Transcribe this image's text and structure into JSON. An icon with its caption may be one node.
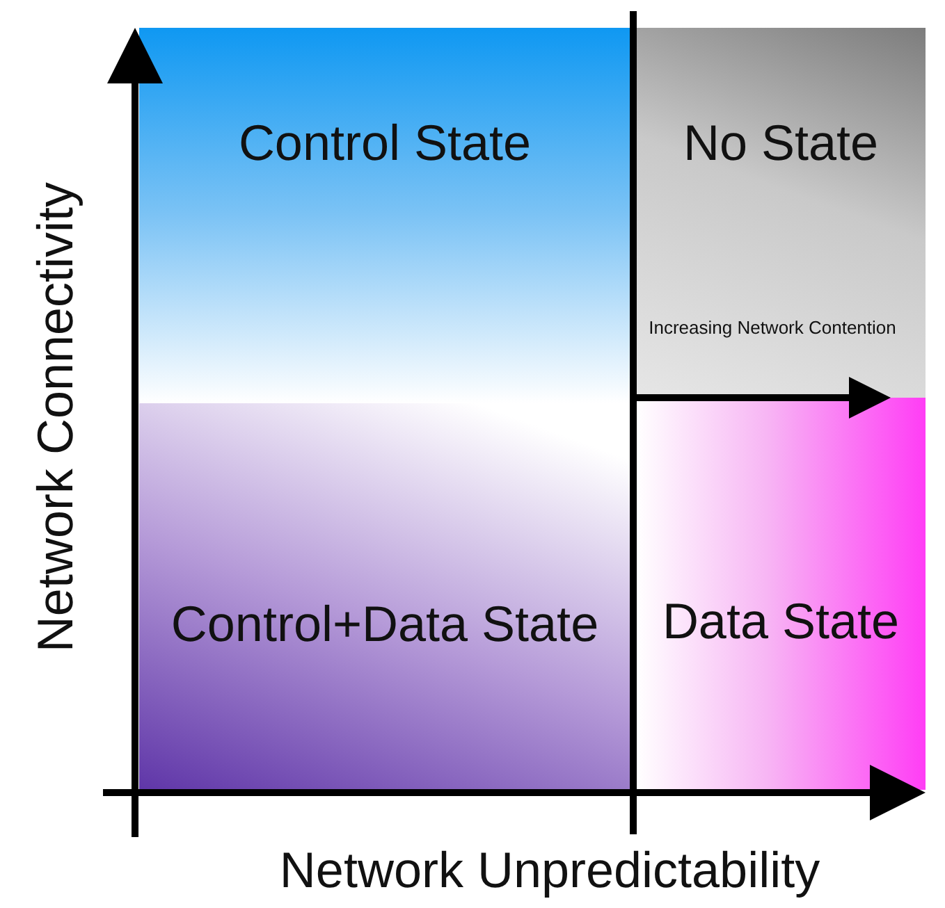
{
  "diagram": {
    "nodes": [
      {
        "text": [
          "Control State"
        ]
      },
      {
        "text": [
          "No State"
        ]
      },
      {
        "text": [
          "Control+Data State"
        ]
      },
      {
        "text": [
          "Data State"
        ]
      }
    ],
    "labels": [
      "Increasing Network Contention",
      "Network Connectivity",
      "Network Unpredictability"
    ]
  }
}
